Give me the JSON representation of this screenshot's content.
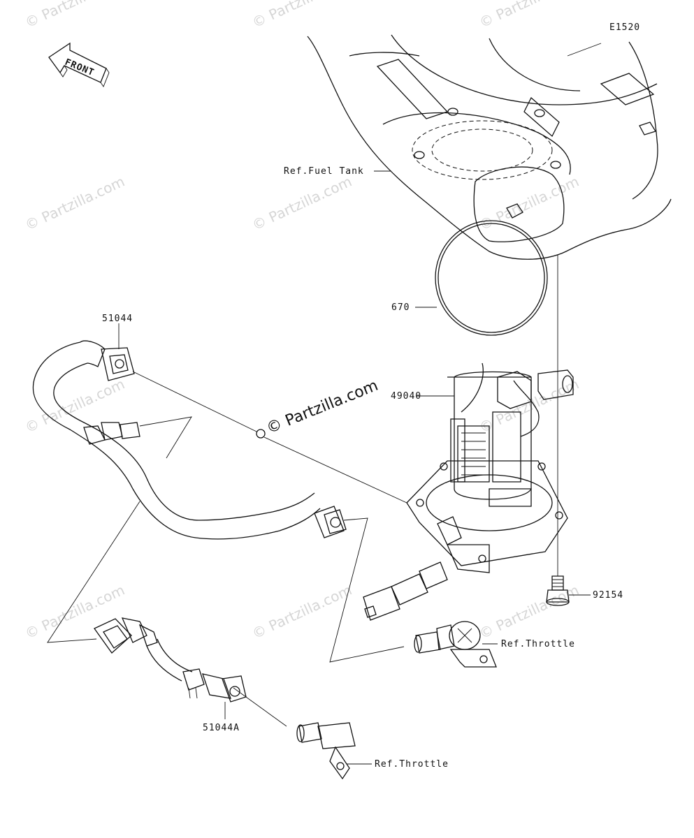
{
  "diagram_id": "E1520",
  "front_label": "FRONT",
  "watermark_text": "© Partzilla.com",
  "center_watermark": "© Partzilla.com",
  "parts": {
    "fuel_tank": "Ref.Fuel Tank",
    "o_ring": "670",
    "fuel_pump": "49040",
    "hose_upper": "51044",
    "hose_lower": "51044A",
    "bolt": "92154",
    "throttle_right": "Ref.Throttle",
    "throttle_bottom": "Ref.Throttle"
  },
  "colors": {
    "line": "#111111",
    "watermark": "#d6d6d6",
    "background": "#ffffff"
  }
}
